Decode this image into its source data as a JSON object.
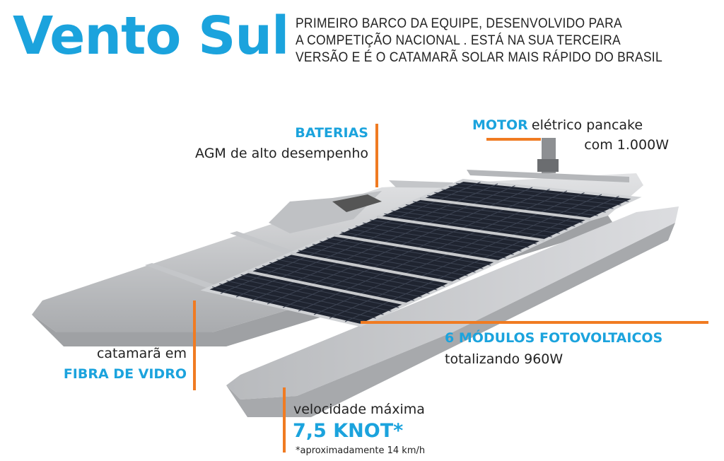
{
  "title": "Vento Sul",
  "intro_lines": [
    "PRIMEIRO BARCO DA EQUIPE, DESENVOLVIDO PARA",
    "A COMPETIÇÃO NACIONAL . ESTÁ NA SUA TERCEIRA",
    "VERSÃO E É O CATAMARÃ SOLAR MAIS RÁPIDO DO BRASIL"
  ],
  "callouts": {
    "baterias": {
      "heading": "BATERIAS",
      "text": "AGM de alto desempenho"
    },
    "motor": {
      "heading": "MOTOR",
      "text1": "elétrico pancake",
      "text2": "com 1.000W"
    },
    "hull": {
      "text": "catamarã em",
      "heading": "FIBRA DE VIDRO"
    },
    "modules": {
      "heading": "6 MÓDULOS FOTOVOLTAICOS",
      "text": "totalizando 960W"
    },
    "speed": {
      "text": "velocidade máxima",
      "heading": "7,5 KNOT*",
      "note": "*aproximadamente 14 km/h"
    }
  },
  "colors": {
    "accent": "#1ba3dd",
    "line": "#f07b22",
    "panel": "#1f2430",
    "hull": "#c9cacc"
  }
}
